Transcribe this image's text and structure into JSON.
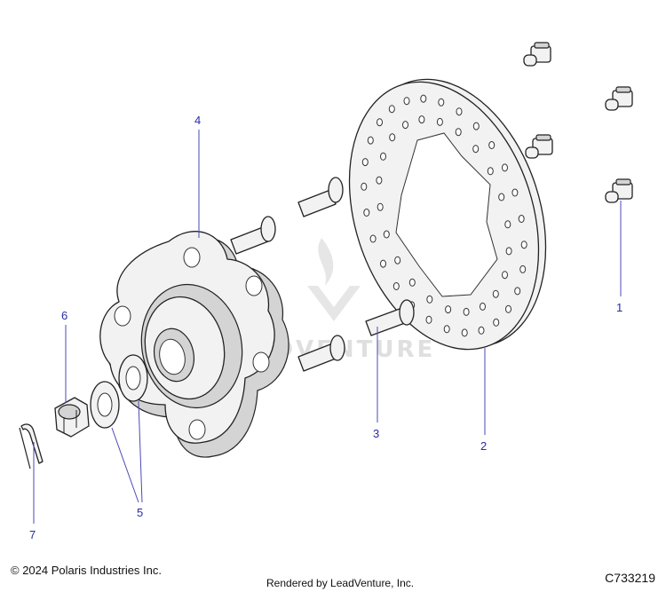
{
  "callouts": [
    {
      "id": "1",
      "label": "1"
    },
    {
      "id": "2",
      "label": "2"
    },
    {
      "id": "3",
      "label": "3"
    },
    {
      "id": "4",
      "label": "4"
    },
    {
      "id": "5",
      "label": "5"
    },
    {
      "id": "6",
      "label": "6"
    },
    {
      "id": "7",
      "label": "7"
    }
  ],
  "footer": {
    "copyright": "© 2024 Polaris Industries Inc.",
    "rendered_by": "Rendered by LeadVenture, Inc.",
    "diagram_code": "C733219"
  },
  "watermark": {
    "text": "LEADVENTURE"
  },
  "colors": {
    "callout": "#2a2aa8",
    "line": "#222222"
  }
}
